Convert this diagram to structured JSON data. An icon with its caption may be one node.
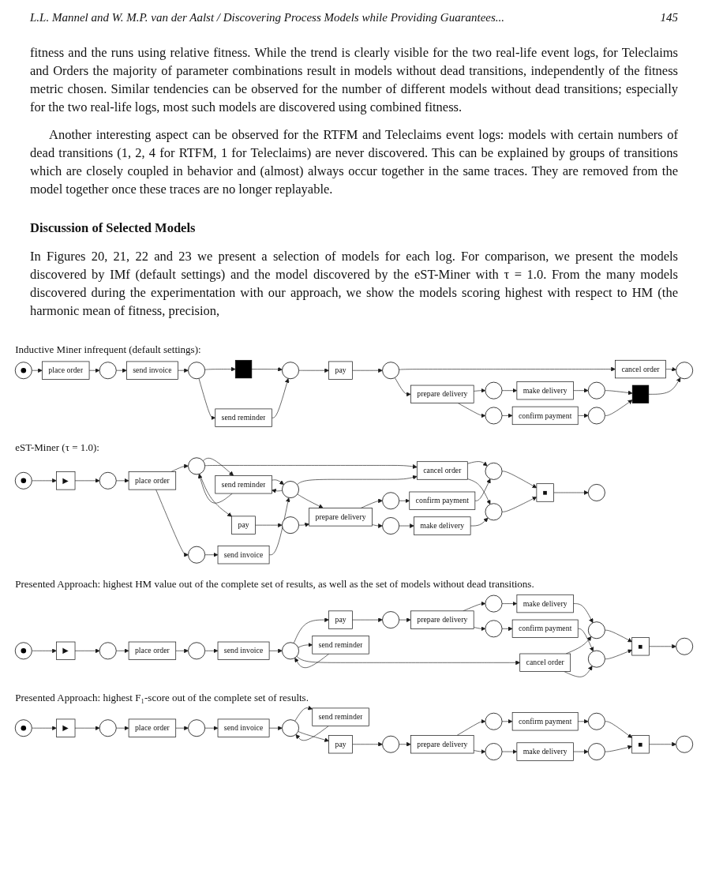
{
  "diagram": {
    "nodes": [
      {
        "text": [],
        "shape": "bullseye"
      },
      {
        "text": [
          "place order"
        ]
      },
      {
        "text": [],
        "shape": "circle"
      },
      {
        "text": [
          "send invoice"
        ]
      },
      {
        "text": [],
        "shape": "circle"
      },
      {
        "text": [],
        "shape": "bar"
      },
      {
        "text": [
          "send reminder"
        ]
      },
      {
        "text": [],
        "shape": "circle"
      },
      {
        "text": [
          "pay"
        ]
      },
      {
        "text": [],
        "shape": "circle"
      },
      {
        "text": [
          "prepare delivery"
        ]
      },
      {
        "text": [],
        "shape": "circle"
      },
      {
        "text": [],
        "shape": "circle"
      },
      {
        "text": [
          "make delivery"
        ]
      },
      {
        "text": [
          "confirm payment"
        ]
      },
      {
        "text": [],
        "shape": "circle"
      },
      {
        "text": [],
        "shape": "circle"
      },
      {
        "text": [
          "cancel order"
        ]
      },
      {
        "text": [],
        "shape": "bar"
      },
      {
        "text": [],
        "shape": "circle"
      },
      {
        "text": [],
        "shape": "bullseye"
      },
      {
        "text": [
          "▶"
        ]
      },
      {
        "text": [],
        "shape": "circle"
      },
      {
        "text": [
          "place order"
        ]
      },
      {
        "text": [],
        "shape": "circle"
      },
      {
        "text": [],
        "shape": "circle"
      },
      {
        "text": [
          "send reminder"
        ]
      },
      {
        "text": [
          "pay"
        ]
      },
      {
        "text": [
          "send invoice"
        ]
      },
      {
        "text": [],
        "shape": "circle"
      },
      {
        "text": [],
        "shape": "circle"
      },
      {
        "text": [
          "cancel order"
        ]
      },
      {
        "text": [
          "prepare delivery"
        ]
      },
      {
        "text": [],
        "shape": "circle"
      },
      {
        "text": [],
        "shape": "circle"
      },
      {
        "text": [
          "confirm payment"
        ]
      },
      {
        "text": [
          "make delivery"
        ]
      },
      {
        "text": [],
        "shape": "circle"
      },
      {
        "text": [],
        "shape": "circle"
      },
      {
        "text": [
          "■"
        ]
      },
      {
        "text": [],
        "shape": "circle"
      },
      {
        "text": [],
        "shape": "bullseye"
      },
      {
        "text": [
          "▶"
        ]
      },
      {
        "text": [],
        "shape": "circle"
      },
      {
        "text": [
          "place order"
        ]
      },
      {
        "text": [],
        "shape": "circle"
      },
      {
        "text": [
          "send invoice"
        ]
      },
      {
        "text": [],
        "shape": "circle"
      },
      {
        "text": [
          "pay"
        ]
      },
      {
        "text": [
          "send reminder"
        ]
      },
      {
        "text": [],
        "shape": "circle"
      },
      {
        "text": [
          "prepare delivery"
        ]
      },
      {
        "text": [],
        "shape": "circle"
      },
      {
        "text": [],
        "shape": "circle"
      },
      {
        "text": [
          "make delivery"
        ]
      },
      {
        "text": [
          "confirm payment"
        ]
      },
      {
        "text": [
          "cancel order"
        ]
      },
      {
        "text": [],
        "shape": "circle"
      },
      {
        "text": [],
        "shape": "circle"
      },
      {
        "text": [
          "■"
        ]
      },
      {
        "text": [],
        "shape": "circle"
      },
      {
        "text": [],
        "shape": "bullseye"
      },
      {
        "text": [
          "▶"
        ]
      },
      {
        "text": [],
        "shape": "circle"
      },
      {
        "text": [
          "place order"
        ]
      },
      {
        "text": [],
        "shape": "circle"
      },
      {
        "text": [
          "send invoice"
        ]
      },
      {
        "text": [],
        "shape": "circle"
      },
      {
        "text": [
          "send reminder"
        ]
      },
      {
        "text": [
          "pay"
        ]
      },
      {
        "text": [],
        "shape": "circle"
      },
      {
        "text": [
          "prepare delivery"
        ]
      },
      {
        "text": [],
        "shape": "circle"
      },
      {
        "text": [],
        "shape": "circle"
      },
      {
        "text": [
          "confirm payment"
        ]
      },
      {
        "text": [
          "make delivery"
        ]
      },
      {
        "text": [],
        "shape": "circle"
      },
      {
        "text": [],
        "shape": "circle"
      },
      {
        "text": [
          "■"
        ]
      },
      {
        "text": [],
        "shape": "circle"
      }
    ],
    "edges": [
      {
        "from": 0,
        "to": 1,
        "arrow": "to"
      },
      {
        "from": 1,
        "to": 2,
        "arrow": "to"
      },
      {
        "from": 2,
        "to": 3,
        "arrow": "to"
      },
      {
        "from": 3,
        "to": 4,
        "arrow": "to"
      },
      {
        "from": 4,
        "to": 5,
        "arrow": "to"
      },
      {
        "from": 4,
        "to": 6,
        "arrow": "to"
      },
      {
        "from": 5,
        "to": 7,
        "arrow": "to"
      },
      {
        "from": 6,
        "to": 7,
        "arrow": "to"
      },
      {
        "from": 7,
        "to": 8,
        "arrow": "to"
      },
      {
        "from": 8,
        "to": 9,
        "arrow": "to"
      },
      {
        "from": 9,
        "to": 17,
        "arrow": "to"
      },
      {
        "from": 9,
        "to": 10,
        "arrow": "to"
      },
      {
        "from": 10,
        "to": 11,
        "arrow": "to"
      },
      {
        "from": 10,
        "to": 12,
        "arrow": "to"
      },
      {
        "from": 11,
        "to": 13,
        "arrow": "to"
      },
      {
        "from": 12,
        "to": 14,
        "arrow": "to"
      },
      {
        "from": 13,
        "to": 15,
        "arrow": "to"
      },
      {
        "from": 14,
        "to": 16,
        "arrow": "to"
      },
      {
        "from": 15,
        "to": 18,
        "arrow": "to"
      },
      {
        "from": 16,
        "to": 18,
        "arrow": "to"
      },
      {
        "from": 17,
        "to": 19,
        "arrow": "to"
      },
      {
        "from": 18,
        "to": 19,
        "arrow": "to"
      },
      {
        "from": 20,
        "to": 21,
        "arrow": "to"
      },
      {
        "from": 21,
        "to": 22,
        "arrow": "to"
      },
      {
        "from": 22,
        "to": 23,
        "arrow": "to"
      },
      {
        "from": 23,
        "to": 24,
        "arrow": "to"
      },
      {
        "from": 23,
        "to": 25,
        "arrow": "to"
      },
      {
        "from": 24,
        "to": 26,
        "arrow": "to"
      },
      {
        "from": 26,
        "to": 24,
        "arrow": "to"
      },
      {
        "from": 29,
        "to": 26,
        "arrow": "to"
      },
      {
        "from": 26,
        "to": 29,
        "arrow": "to"
      },
      {
        "from": 24,
        "to": 31,
        "arrow": "to"
      },
      {
        "from": 24,
        "to": 27,
        "arrow": "to"
      },
      {
        "from": 25,
        "to": 28,
        "arrow": "to"
      },
      {
        "from": 27,
        "to": 30,
        "arrow": "to"
      },
      {
        "from": 28,
        "to": 29,
        "arrow": "to"
      },
      {
        "from": 29,
        "to": 31,
        "arrow": "to"
      },
      {
        "from": 29,
        "to": 32,
        "arrow": "to"
      },
      {
        "from": 30,
        "to": 32,
        "arrow": "to"
      },
      {
        "from": 31,
        "to": 37,
        "arrow": "to"
      },
      {
        "from": 31,
        "to": 38,
        "arrow": "to"
      },
      {
        "from": 32,
        "to": 33,
        "arrow": "to"
      },
      {
        "from": 32,
        "to": 34,
        "arrow": "to"
      },
      {
        "from": 33,
        "to": 35,
        "arrow": "to"
      },
      {
        "from": 34,
        "to": 36,
        "arrow": "to"
      },
      {
        "from": 35,
        "to": 37,
        "arrow": "to"
      },
      {
        "from": 36,
        "to": 38,
        "arrow": "to"
      },
      {
        "from": 37,
        "to": 39,
        "arrow": "to"
      },
      {
        "from": 38,
        "to": 39,
        "arrow": "to"
      },
      {
        "from": 39,
        "to": 40,
        "arrow": "to"
      },
      {
        "from": 41,
        "to": 42,
        "arrow": "to"
      },
      {
        "from": 42,
        "to": 43,
        "arrow": "to"
      },
      {
        "from": 43,
        "to": 44,
        "arrow": "to"
      },
      {
        "from": 44,
        "to": 45,
        "arrow": "to"
      },
      {
        "from": 45,
        "to": 46,
        "arrow": "to"
      },
      {
        "from": 46,
        "to": 47,
        "arrow": "to"
      },
      {
        "from": 47,
        "to": 48,
        "arrow": "to"
      },
      {
        "from": 49,
        "to": 47,
        "arrow": "to"
      },
      {
        "from": 47,
        "to": 49,
        "arrow": "to"
      },
      {
        "from": 47,
        "to": 56,
        "arrow": "to"
      },
      {
        "from": 48,
        "to": 50,
        "arrow": "to"
      },
      {
        "from": 50,
        "to": 51,
        "arrow": "to"
      },
      {
        "from": 51,
        "to": 52,
        "arrow": "to"
      },
      {
        "from": 51,
        "to": 53,
        "arrow": "to"
      },
      {
        "from": 52,
        "to": 54,
        "arrow": "to"
      },
      {
        "from": 53,
        "to": 55,
        "arrow": "to"
      },
      {
        "from": 54,
        "to": 57,
        "arrow": "to"
      },
      {
        "from": 55,
        "to": 58,
        "arrow": "to"
      },
      {
        "from": 56,
        "to": 57,
        "arrow": "to"
      },
      {
        "from": 56,
        "to": 58,
        "arrow": "to"
      },
      {
        "from": 57,
        "to": 59,
        "arrow": "to"
      },
      {
        "from": 58,
        "to": 59,
        "arrow": "to"
      },
      {
        "from": 59,
        "to": 60,
        "arrow": "to"
      },
      {
        "from": 61,
        "to": 62,
        "arrow": "to"
      },
      {
        "from": 62,
        "to": 63,
        "arrow": "to"
      },
      {
        "from": 63,
        "to": 64,
        "arrow": "to"
      },
      {
        "from": 64,
        "to": 65,
        "arrow": "to"
      },
      {
        "from": 65,
        "to": 66,
        "arrow": "to"
      },
      {
        "from": 66,
        "to": 67,
        "arrow": "to"
      },
      {
        "from": 68,
        "to": 67,
        "arrow": "to"
      },
      {
        "from": 67,
        "to": 68,
        "arrow": "to"
      },
      {
        "from": 67,
        "to": 69,
        "arrow": "to"
      },
      {
        "from": 69,
        "to": 70,
        "arrow": "to"
      },
      {
        "from": 70,
        "to": 71,
        "arrow": "to"
      },
      {
        "from": 71,
        "to": 72,
        "arrow": "to"
      },
      {
        "from": 71,
        "to": 73,
        "arrow": "to"
      },
      {
        "from": 72,
        "to": 74,
        "arrow": "to"
      },
      {
        "from": 73,
        "to": 75,
        "arrow": "to"
      },
      {
        "from": 74,
        "to": 76,
        "arrow": "to"
      },
      {
        "from": 75,
        "to": 77,
        "arrow": "to"
      },
      {
        "from": 76,
        "to": 78,
        "arrow": "to"
      },
      {
        "from": 77,
        "to": 78,
        "arrow": "to"
      },
      {
        "from": 78,
        "to": 79,
        "arrow": "to"
      }
    ],
    "labels": [
      "L.L. Mannel and W. M.P. van der Aalst / Discovering Process Models while Providing Guarantees...",
      "145",
      "fitness and the runs using relative fitness. While the trend is clearly visible for the two real-life event logs, for Teleclaims and Orders the majority of parameter combinations result in models without dead transitions, independently of the fitness metric chosen. Similar tendencies can be observed for the number of different models without dead transitions; especially for the two real-life logs, most such models are discovered using combined fitness.",
      "Another interesting aspect can be observed for the RTFM and Teleclaims event logs: models with certain numbers of dead transitions (1, 2, 4 for RTFM, 1 for Teleclaims) are never discovered. This can be explained by groups of transitions which are closely coupled in behavior and (almost) always occur together in the same traces. They are removed from the model together once these traces are no longer replayable.",
      "Discussion of Selected Models",
      "In Figures 20, 21, 22 and 23 we present a selection of models for each log. For comparison, we present the models discovered by IMf (default settings) and the model discovered by the eST-Miner with τ = 1.0. From the many models discovered during the experimentation with our approach, we show the models scoring highest with respect to HM (the harmonic mean of fitness, precision,",
      "Inductive Miner infrequent (default settings):",
      "eST-Miner (τ = 1.0):",
      "Presented Approach: highest HM value out of the complete set of results, as well as the set of models without dead transitions.",
      "Presented Approach: highest F₁-score out of the complete set of results."
    ]
  }
}
